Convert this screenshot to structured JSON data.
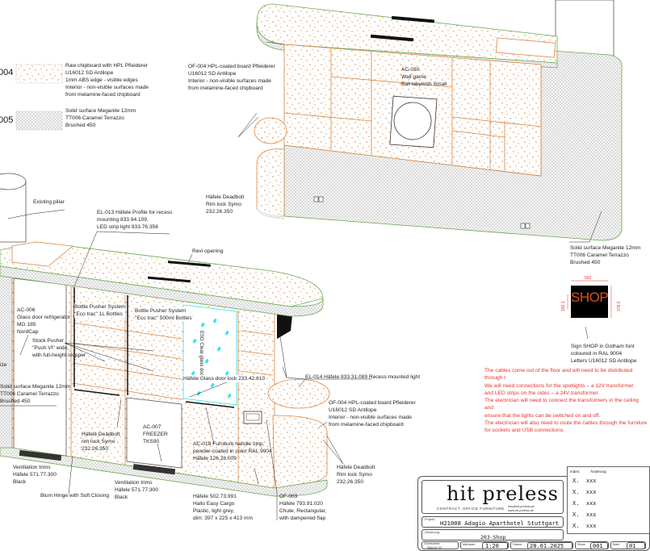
{
  "legend": [
    {
      "code": "004",
      "lines": [
        "Raw chipboard with HPL Pfleiderer",
        "U16012 SD Antilope",
        "1mm ABS edge - visible edges",
        "Interior - non-visible surfaces made",
        "from melamine-faced chipboard"
      ]
    },
    {
      "code": "005",
      "lines": [
        "Solid surface Meganite 12mm",
        "TT006 Caramel Terrazzo",
        "Brushed 450"
      ]
    }
  ],
  "labels": {
    "of004_top": [
      "OF-004 HPL-coated board Pfleiderer",
      "U16012 SD Antilope",
      "Interior - non-visible surfaces made",
      "from melamine-faced chipboard"
    ],
    "ac030": [
      "AC-030",
      "Wall game",
      "Ball labyrinth Small"
    ],
    "deadbolt_top": [
      "Häfele Deadbolt",
      "Rim lock Symo",
      "232.26.350"
    ],
    "solid_right": [
      "Solid surface Meganite 12mm",
      "TT006 Caramel Terrazzo",
      "Brushed 450"
    ],
    "existing_pillar": "Existing pillar",
    "el013": [
      "EL-013 Häfele Profile for recess",
      "mounting 833.94.109,",
      "LED strip light 833.76.356"
    ],
    "revi": "Revi opening",
    "ac006": [
      "AC-006",
      "Glass door refrigerator",
      "MG 185",
      "NordCap"
    ],
    "bottle1": [
      "Bottle Pusher System",
      "\"Eco trac\" 1L Bottles"
    ],
    "bottle2": [
      "Bottle Pusher System",
      "\"Eco trac\" 500ml Bottles"
    ],
    "stock": [
      "Stock Pusher",
      "\"Push VI\" wide,",
      "with full-height stopper"
    ],
    "size_frag": "ize",
    "esg": "ESG Clear glass door",
    "glass_lock": "Häfele Glass door lock 233.42.610",
    "el014": "EL-014 Häfele 833.31.089 Recess mounted light",
    "solid_left": [
      "Solid surface Meganite 12mm",
      "TT006 Caramel Terrazzo",
      "Brushed 450"
    ],
    "of004_low": [
      "OF-004 HPL-coated board Pfleiderer",
      "U16012 SD Antilope",
      "Interior - non-visible surfaces made",
      "from melamine-faced chipboard"
    ],
    "deadbolt_mid": [
      "Häfele Deadbolt",
      "rim lock Symo",
      "232.26.350"
    ],
    "ac007": [
      "AC-007",
      "FREEZER",
      "TKS90"
    ],
    "ac018": [
      "AC-018 Furniture handle strip,",
      "powder-coated in color RAL 9004",
      "Häfele 126.28.009"
    ],
    "deadbolt_right": [
      "Häfele Deadbolt",
      "Rim lock Symo",
      "232.26.350"
    ],
    "vent1": [
      "Ventilation trims",
      "Häfele 571.77.300",
      "Black"
    ],
    "vent2": [
      "Ventilation trims",
      "Häfele 571.77.300",
      "Black"
    ],
    "blum": "Blum Hinge with Soft Closing",
    "hailo": [
      "Häfele 502.73.991",
      "Hailo Easy Cargo",
      "Plastic, light grey,",
      "dim: 397 x 225 x 413 mm"
    ],
    "of003": [
      "OF-003",
      "Häfele 793.91.020",
      "Chute, Rectangular,",
      "with dampened flap"
    ]
  },
  "sign": {
    "text": "SHOP",
    "dim_width": "502",
    "dim_height": "378.5",
    "dim_letter": "166.1",
    "caption": [
      "Sign SHOP in Gotham font",
      "coloured in RAL 9004",
      "Letters U16012 SD Antilope"
    ]
  },
  "notes": [
    "The cables come out of the floor and will need to be distributed through t",
    "We will need connections for the spotlights – a 12V transformer",
    "and LED strips on the sides – a 24V transformer.",
    "The electrician will need to connect the transformers in the ceiling and",
    "ensure that the lights can be switched on and off.",
    "The electrician will also need to route the cables through the furniture",
    "for sockets and USB connections."
  ],
  "title_block": {
    "logo": "hit preless",
    "tagline": "CONTRACT, OFFICE FURNITURE",
    "contact": [
      "info@hit-preless.de",
      "www.hit-preless.de"
    ],
    "projekt_label": "Projekt :",
    "projekt": "H21008 Adagio Aparthotel Stuttgart",
    "zeichnung_label": "Zeichnung:",
    "zeichnung": "203-Shop",
    "gezeichnet_label": "Gezeichnet:",
    "gezeichnet": "Malovrh M.",
    "massstab_label": "Maßstab:",
    "massstab": "1:20",
    "datum_label": "Datum:",
    "datum": "28.01.2025",
    "stueck_label": "Stück:",
    "stueck": "001",
    "blatt_label": "Blatt:",
    "blatt": "01",
    "index_label": "Index:",
    "aenderung_label": "Änderung:",
    "index_rows": [
      {
        "i": "X.",
        "t": "xxx"
      },
      {
        "i": "X.",
        "t": "xxx"
      },
      {
        "i": "X.",
        "t": "xxx"
      },
      {
        "i": "X.",
        "t": "xxx"
      },
      {
        "i": "X.",
        "t": "xxx"
      }
    ]
  },
  "colors": {
    "wood_line": "#d9843f",
    "wood_dot": "#e07a2a",
    "edge_green": "#6aa84f",
    "hatch": "#c8c8c8",
    "note_red": "#e8322a",
    "glass": "#33e0f0"
  }
}
